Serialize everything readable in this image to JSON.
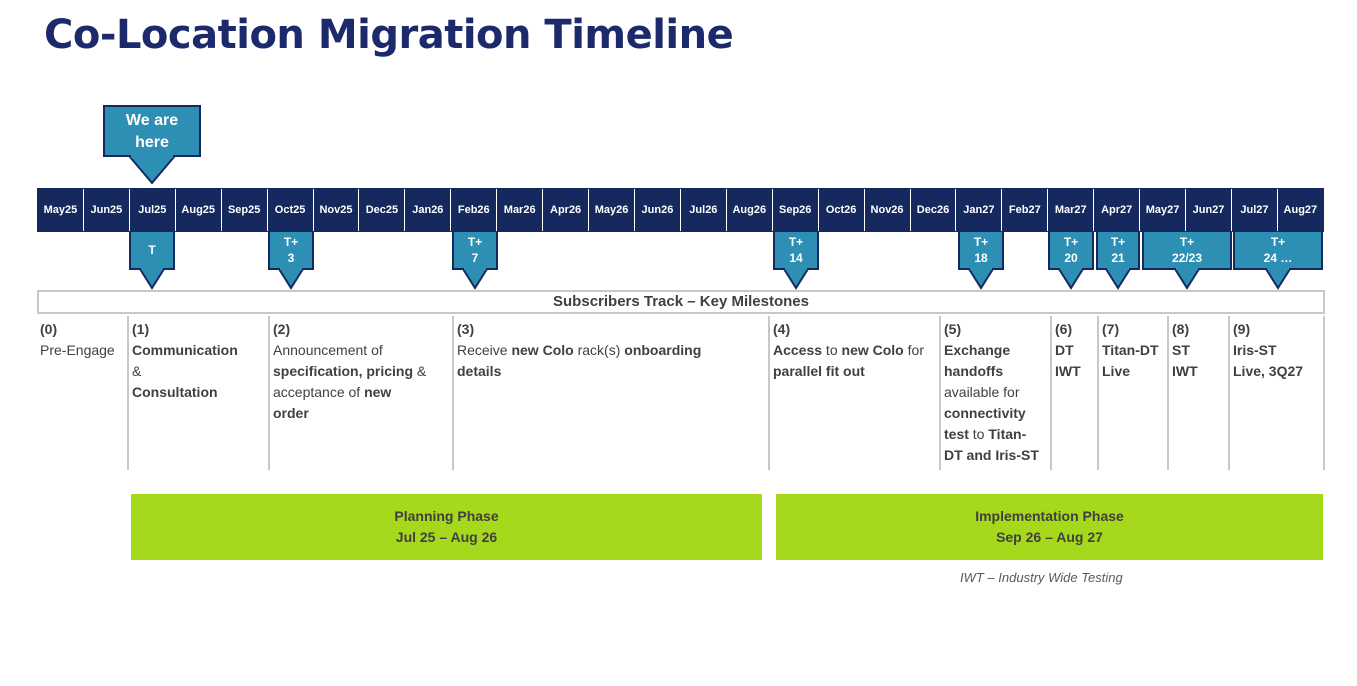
{
  "title": "Co-Location Migration Timeline",
  "callout": {
    "line1": "We are",
    "line2": "here"
  },
  "months": [
    "May25",
    "Jun25",
    "Jul25",
    "Aug25",
    "Sep25",
    "Oct25",
    "Nov25",
    "Dec25",
    "Jan26",
    "Feb26",
    "Mar26",
    "Apr26",
    "May26",
    "Jun26",
    "Jul26",
    "Aug26",
    "Sep26",
    "Oct26",
    "Nov26",
    "Dec26",
    "Jan27",
    "Feb27",
    "Mar27",
    "Apr27",
    "May27",
    "Jun27",
    "Jul27",
    "Aug27"
  ],
  "markers": [
    {
      "line1": "T",
      "line2": ""
    },
    {
      "line1": "T+",
      "line2": "3"
    },
    {
      "line1": "T+",
      "line2": "7"
    },
    {
      "line1": "T+",
      "line2": "14"
    },
    {
      "line1": "T+",
      "line2": "18"
    },
    {
      "line1": "T+",
      "line2": "20"
    },
    {
      "line1": "T+",
      "line2": "21"
    },
    {
      "line1": "T+",
      "line2": "22/23"
    },
    {
      "line1": "T+",
      "line2": "24 …"
    }
  ],
  "track_header": "Subscribers Track – Key Milestones",
  "milestones": {
    "m0": {
      "num": "(0)",
      "text": "Pre-Engage"
    },
    "m1": {
      "num": "(1)",
      "t1": "Communication",
      "t2": "&",
      "t3": "Consultation"
    },
    "m2": {
      "num": "(2)",
      "t1": "Announcement of",
      "t2": "specification, pricing",
      "t3": " &",
      "t4": "acceptance of ",
      "t5": "new",
      "t6": "order"
    },
    "m3": {
      "num": "(3)",
      "t1": "Receive ",
      "t2": "new Colo",
      "t3": " rack(s) ",
      "t4": "onboarding",
      "t5": "details"
    },
    "m4": {
      "num": "(4)",
      "t1": "Access",
      "t2": " to ",
      "t3": "new Colo",
      "t4": " for",
      "t5": "parallel fit out"
    },
    "m5": {
      "num": "(5)",
      "t1": "Exchange",
      "t2": "handoffs",
      "t3": "available for",
      "t4": "connectivity",
      "t5": "test",
      "t6": " to ",
      "t7": "Titan-",
      "t8": "DT and Iris-ST"
    },
    "m6": {
      "num": "(6)",
      "t1": "DT",
      "t2": "IWT"
    },
    "m7": {
      "num": "(7)",
      "t1": "Titan-DT",
      "t2": "Live"
    },
    "m8": {
      "num": "(8)",
      "t1": "ST",
      "t2": "IWT"
    },
    "m9": {
      "num": "(9)",
      "t1": "Iris-ST",
      "t2": "Live, 3Q27"
    }
  },
  "phases": {
    "planning": {
      "name": "Planning Phase",
      "range": "Jul 25 – Aug 26"
    },
    "implementation": {
      "name": "Implementation Phase",
      "range": "Sep 26 – Aug 27"
    }
  },
  "footnote": "IWT – Industry Wide Testing",
  "colors": {
    "title": "#1c2a6b",
    "navy": "#15295e",
    "marker": "#2e8fb5",
    "phase": "#a6d81b",
    "border": "#c8c8c8"
  }
}
